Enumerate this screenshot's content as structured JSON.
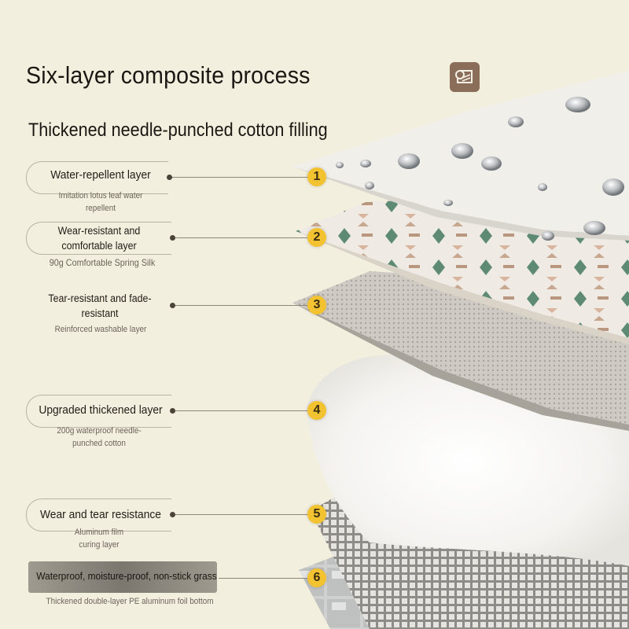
{
  "heading": {
    "title": "Six-layer composite process",
    "subtitle": "Thickened needle-punched cotton filling"
  },
  "brand_icon": "rolled-mat-icon",
  "layers": [
    {
      "number": "1",
      "label": "Water-repellent layer",
      "description": "Imitation lotus leaf water repellent"
    },
    {
      "number": "2",
      "label": "Wear-resistant and comfortable layer",
      "description": "90g Comfortable Spring Silk"
    },
    {
      "number": "3",
      "label": "Tear-resistant and fade-resistant",
      "description": "Reinforced washable layer"
    },
    {
      "number": "4",
      "label": "Upgraded thickened layer",
      "description": "200g waterproof needle-punched cotton"
    },
    {
      "number": "5",
      "label": "Wear and tear resistance",
      "description": "Aluminum film curing layer"
    },
    {
      "number": "6",
      "label": "Waterproof, moisture-proof, non-stick grass",
      "description": "Thickened double-layer PE aluminum foil bottom"
    }
  ],
  "colors": {
    "background": "#f3efdf",
    "badge": "#f2c230",
    "brand": "#8a6e59"
  }
}
